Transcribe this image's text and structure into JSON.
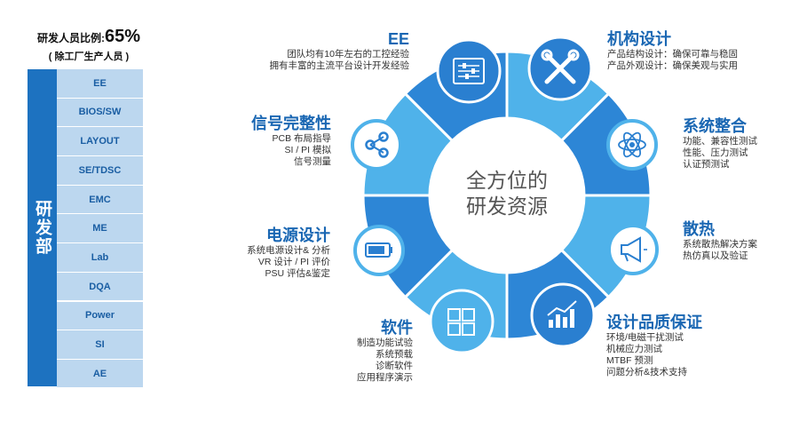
{
  "staff_ratio": {
    "label": "研发人员比例:",
    "value": "65%",
    "note": "( 除工厂生产人员 )"
  },
  "department": {
    "name": "研发部",
    "items": [
      "EE",
      "BIOS/SW",
      "LAYOUT",
      "SE/TDSC",
      "EMC",
      "ME",
      "Lab",
      "DQA",
      "Power",
      "SI",
      "AE"
    ]
  },
  "center": {
    "line1": "全方位的",
    "line2": "研发资源"
  },
  "colors": {
    "dept": "#1d72c0",
    "item_bg": "#bcd7ef",
    "item_text": "#1a5ea3",
    "title": "#1a67b3",
    "light_blue": "#5bb8ec",
    "dark_blue": "#2a7fd0"
  },
  "capabilities": {
    "ee": {
      "title": "EE",
      "lines": [
        "团队均有10年左右的工控经验",
        "拥有丰富的主流平台设计开发经验"
      ],
      "icon": "sliders-icon"
    },
    "mech": {
      "title": "机构设计",
      "lines": [
        "产品结构设计：确保可靠与稳固",
        "产品外观设计：确保美观与实用"
      ],
      "icon": "tools-icon"
    },
    "signal": {
      "title": "信号完整性",
      "lines": [
        "PCB 布局指导",
        "SI / PI 模拟",
        "信号测量"
      ],
      "icon": "share-icon"
    },
    "sysint": {
      "title": "系统整合",
      "lines": [
        "功能、兼容性测试",
        "性能、压力测试",
        "认证预测试"
      ],
      "icon": "atom-icon"
    },
    "power": {
      "title": "电源设计",
      "lines": [
        "系统电源设计& 分析",
        "VR 设计 / PI 评价",
        "PSU 评估&鉴定"
      ],
      "icon": "battery-icon"
    },
    "thermal": {
      "title": "散热",
      "lines": [
        "系统散热解决方案",
        "热仿真以及验证"
      ],
      "icon": "megaphone-icon"
    },
    "software": {
      "title": "软件",
      "lines": [
        "制造功能试验",
        "系统预载",
        "诊断软件",
        "应用程序演示"
      ],
      "icon": "windows-icon"
    },
    "quality": {
      "title": "设计品质保证",
      "lines": [
        "环境/电磁干扰测试",
        "机械应力测试",
        "MTBF 预测",
        "问题分析&技术支持"
      ],
      "icon": "chart-icon"
    }
  }
}
